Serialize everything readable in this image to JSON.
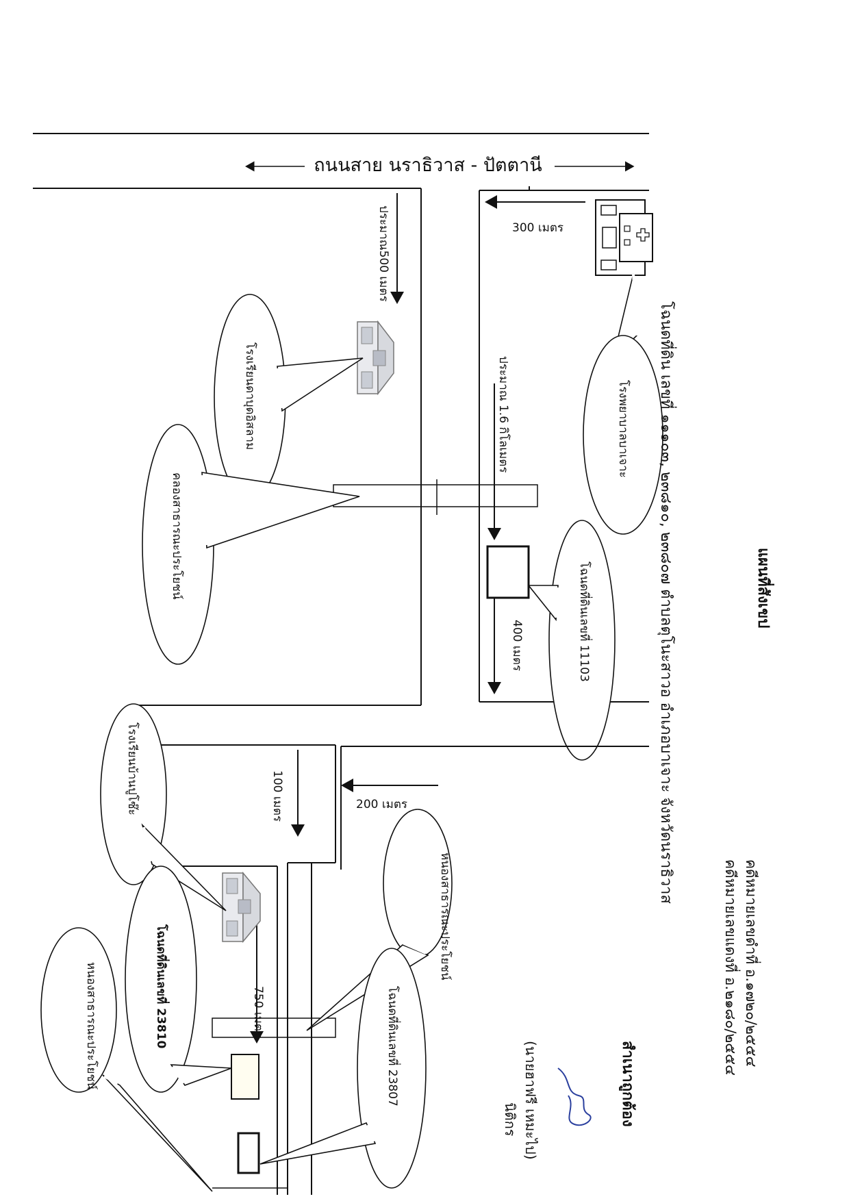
{
  "document": {
    "title": "แผนที่สังเขป",
    "case_black": "คดีหมายเลขดำที่ อ.๑๗๒๐/๒๕๕๔",
    "case_red": "คดีหมายเลขแดงที่ อ.๒๑๘๐/๒๕๕๔",
    "plot_heading": "โฉนดที่ดิน เลขที่ ๑๑๑๐๓, ๒๓๘๑๐, ๒๓๘๐๗ ตำบลตุโนะสาวอ อำเภอบาเจาะ จังหวัดนราธิวาส"
  },
  "road": {
    "name": "ถนนสาย นราธิวาส - ปัตตานี"
  },
  "distances": {
    "d300": "300 เมตร",
    "d500": "ประมาณ500 เมตร",
    "d1600": "ประมาณ 1.6 กิโลเมตร",
    "d400": "400 เมตร",
    "d100": "100 เมตร",
    "d200": "200 เมตร",
    "d750": "750 เมตร"
  },
  "landmarks": {
    "hospital": "โรงพยาบาลบาเจาะ",
    "school_1": "โรงเรียนดาบุดอิสลาม",
    "canal": "คลองสาธารณะประโยชน์",
    "plot_11103": "โฉนดที่ดินเลขที่ 11103",
    "school_2": "โรงเรียนบ้านปูโซ๊ะ",
    "pond_1": "หนองสาธารณะประโยชน์",
    "pond_2": "หนองสาธารณะประโยชน์",
    "plot_23810": "โฉนดที่ดินเลขที่ 23810",
    "plot_23807": "โฉนดที่ดินเลขที่ 23807"
  },
  "certification": {
    "label": "สำเนาถูกต้อง",
    "name": "(นายฮาฟรี เหมะไป)",
    "role": "นิติกร"
  },
  "colors": {
    "ink": "#111111",
    "stamp_blue": "#2a3f9e"
  },
  "icons": [
    "hospital-icon",
    "school-icon",
    "signature-mark"
  ]
}
